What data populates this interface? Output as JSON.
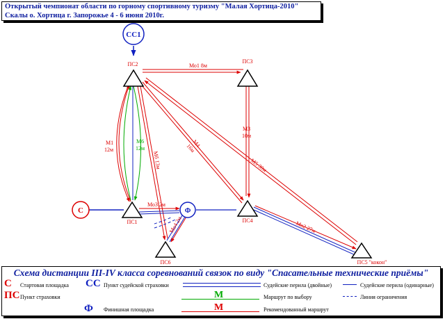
{
  "header": {
    "line1": "Открытый чемпионат области по горному спортивному туризму \"Малая Хортица-2010\"",
    "line2": "Скалы о. Хортица г. Запорожье 4 - 6 июня 2010г."
  },
  "nodes": {
    "ss1": "СС1",
    "ps2": "ПС2",
    "ps3": "ПС3",
    "s": "С",
    "ps1": "ПС1",
    "f": "Ф",
    "ps4": "ПС4",
    "ps6": "ПС6",
    "ps5": "ПС5 \"кокон\""
  },
  "route_labels": {
    "mo1": "Мо1 8м",
    "m3a": "М3",
    "m3b": "10м",
    "m1a": "М1",
    "m1b": "12м",
    "m6a": "М6",
    "m6b": "12м",
    "mb": "Мб 13м",
    "m4a": "М4",
    "m4b": "16м",
    "m5": "М5 30м",
    "mo3": "Мо3 2м",
    "mo4": "Мо4 2м",
    "mo2": "Мо2 27м"
  },
  "legend": {
    "title": "Схема дистанции III-IV класса соревнований связок по виду \"Спасательные технические приёмы\"",
    "c_sym": "С",
    "c_txt": "Стартовая площадка",
    "ss_sym": "СС",
    "ss_txt": "Пункт судейской страховки",
    "dbl_txt": "Судейские перила (двойные)",
    "single_txt": "Судейские перила (одинарные)",
    "ps_sym": "ПС",
    "ps_txt": "Пункт страховки",
    "choice_sym": "М",
    "choice_txt": "Маршрут по выбору",
    "limit_txt": "Линия ограничения",
    "f_sym": "Ф",
    "f_txt": "Финишная площадка",
    "rec_sym": "М",
    "rec_txt": "Рекомендованный маршрут"
  },
  "colors": {
    "red": "#dd0000",
    "blue": "#1020c0",
    "green": "#00aa00",
    "navy": "#1020a0"
  }
}
